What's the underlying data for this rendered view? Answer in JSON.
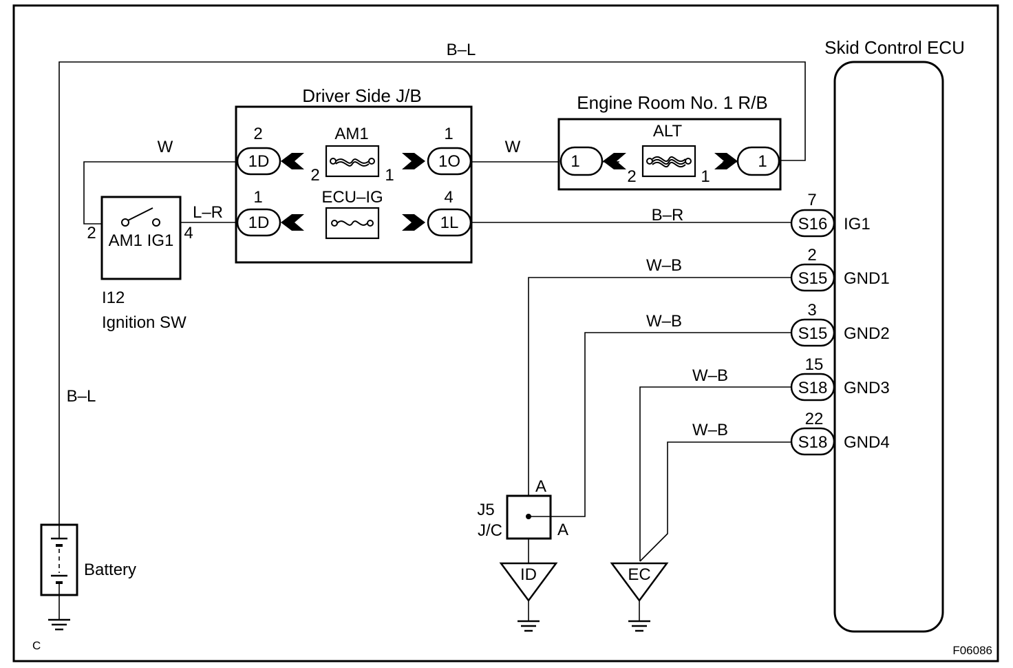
{
  "components": {
    "ecu": {
      "title": "Skid Control ECU"
    },
    "driver_jb": {
      "title": "Driver Side J/B"
    },
    "engine_rb": {
      "title": "Engine Room No. 1 R/B"
    },
    "ignition_sw": {
      "code": "I12",
      "name": "Ignition SW",
      "contacts": "AM1 IG1",
      "pin_left": "2",
      "pin_right": "4"
    },
    "junction": {
      "code": "J5",
      "type": "J/C",
      "pin_top": "A",
      "pin_right": "A"
    },
    "battery": {
      "name": "Battery"
    }
  },
  "fuses": {
    "am1": {
      "name": "AM1",
      "pin_in": "2",
      "pin_out": "1"
    },
    "ecu_ig": {
      "name": "ECU–IG"
    },
    "alt": {
      "name": "ALT",
      "pin_in": "2",
      "pin_out": "1"
    }
  },
  "connectors": {
    "jb_1d_top": {
      "id": "1D",
      "pin": "2"
    },
    "jb_1o": {
      "id": "1O",
      "pin": "1"
    },
    "jb_1d_bottom": {
      "id": "1D",
      "pin": "1"
    },
    "jb_1l": {
      "id": "1L",
      "pin": "4"
    },
    "rb_left": {
      "id": "1"
    },
    "rb_right": {
      "id": "1"
    }
  },
  "ecu_terminals": [
    {
      "pin": "7",
      "connector": "S16",
      "signal": "IG1"
    },
    {
      "pin": "2",
      "connector": "S15",
      "signal": "GND1"
    },
    {
      "pin": "3",
      "connector": "S15",
      "signal": "GND2"
    },
    {
      "pin": "15",
      "connector": "S18",
      "signal": "GND3"
    },
    {
      "pin": "22",
      "connector": "S18",
      "signal": "GND4"
    }
  ],
  "wires": {
    "top": "B–L",
    "left": "B–L",
    "w1": "W",
    "w2": "W",
    "lr": "L–R",
    "br": "B–R",
    "wb1": "W–B",
    "wb2": "W–B",
    "wb3": "W–B",
    "wb4": "W–B"
  },
  "grounds": {
    "id": "ID",
    "ec": "EC",
    "c": "C"
  },
  "figure_code": "F06086"
}
